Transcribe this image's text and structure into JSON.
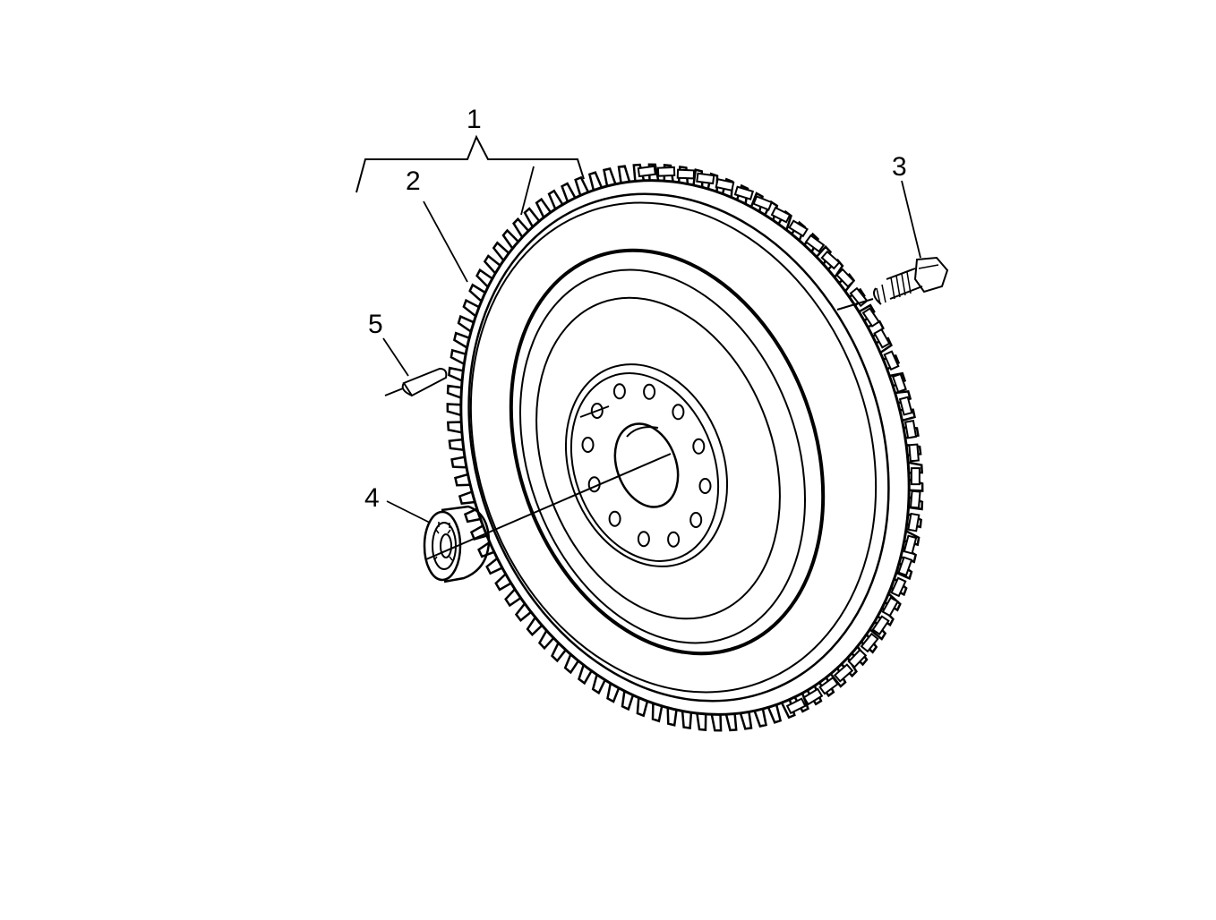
{
  "diagram": {
    "colors": {
      "ink": "#000000",
      "paper": "#ffffff"
    },
    "callouts": [
      {
        "id": "c1",
        "label": "1"
      },
      {
        "id": "c2",
        "label": "2"
      },
      {
        "id": "c3",
        "label": "3"
      },
      {
        "id": "c4",
        "label": "4"
      },
      {
        "id": "c5",
        "label": "5"
      }
    ],
    "parts": [
      {
        "callout": "1",
        "icon": "flywheel-assembly-icon"
      },
      {
        "callout": "2",
        "icon": "ring-gear-icon"
      },
      {
        "callout": "3",
        "icon": "bolt-icon"
      },
      {
        "callout": "4",
        "icon": "bearing-icon"
      },
      {
        "callout": "5",
        "icon": "dowel-pin-icon"
      }
    ]
  }
}
